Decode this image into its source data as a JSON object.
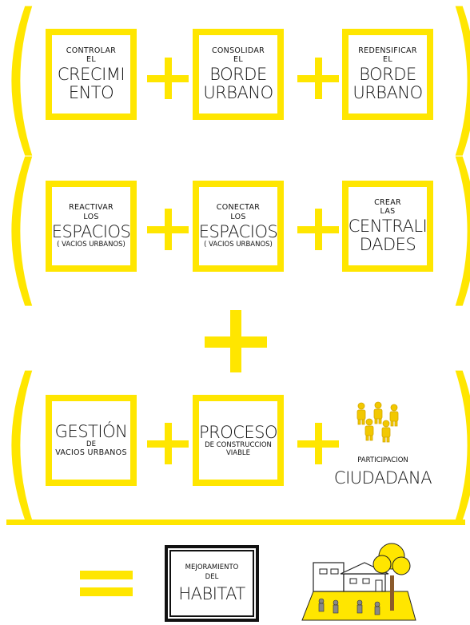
{
  "colors": {
    "accent_yellow": "#ffe600",
    "ink": "#111111"
  },
  "row1": {
    "box1": {
      "top": "CONTROLAR",
      "mid": "EL",
      "big1": "CRECIMI",
      "big2": "ENTO"
    },
    "box2": {
      "top": "CONSOLIDAR",
      "mid": "EL",
      "big1": "BORDE",
      "big2": "URBANO"
    },
    "box3": {
      "top": "REDENSIFICAR",
      "mid": "EL",
      "big1": "BORDE",
      "big2": "URBANO"
    }
  },
  "row2": {
    "box1": {
      "top": "REACTIVAR",
      "mid": "LOS",
      "big1": "ESPACIOS",
      "sub": "( VACIOS URBANOS)"
    },
    "box2": {
      "top": "CONECTAR",
      "mid": "LOS",
      "big1": "ESPACIOS",
      "sub": "( VACIOS URBANOS)"
    },
    "box3": {
      "top": "CREAR",
      "mid": "LAS",
      "big1": "CENTRALI",
      "big2": "DADES"
    }
  },
  "row3": {
    "box1": {
      "big1": "GESTIÓN",
      "mid": "DE",
      "bottom": "VACIOS URBANOS"
    },
    "box2": {
      "big1": "PROCESO",
      "line1": "DE CONSTRUCCION",
      "line2": "VIABLE"
    },
    "participation": {
      "small": "PARTICIPACION",
      "big": "CIUDADANA",
      "icon": "people-group-icon"
    }
  },
  "result": {
    "small1": "MEJORAMIENTO",
    "small2": "DEL",
    "big": "HABITAT",
    "illustration": "neighborhood-illustration"
  }
}
